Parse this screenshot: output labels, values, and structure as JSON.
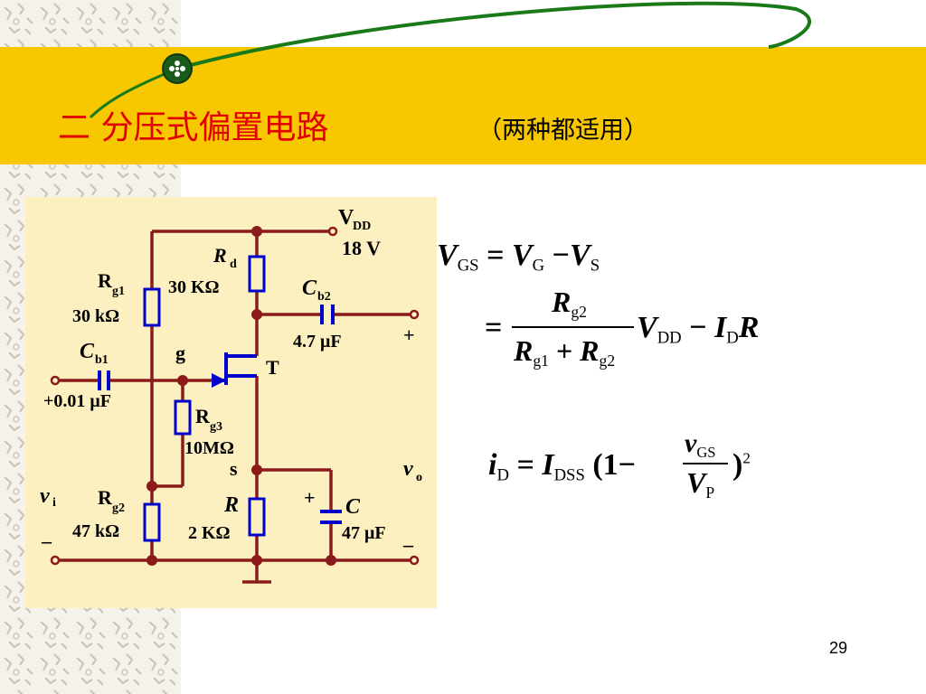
{
  "slide": {
    "title": "二 分压式偏置电路",
    "subtitle": "（两种都适用）",
    "page_number": "29"
  },
  "circuit": {
    "vdd_label": "V",
    "vdd_sub": "DD",
    "vdd_value": "18 V",
    "rd_label": "R",
    "rd_sub": "d",
    "rd_value": "30 KΩ",
    "cb2_label": "C",
    "cb2_sub": "b2",
    "cb2_value": "4.7 μF",
    "rg1_label": "R",
    "rg1_sub": "g1",
    "rg1_value": "30 kΩ",
    "cb1_label": "C",
    "cb1_sub": "b1",
    "cb1_value": "+0.01 μF",
    "g_label": "g",
    "t_label": "T",
    "rg3_label": "R",
    "rg3_sub": "g3",
    "rg3_value": "10MΩ",
    "s_label": "s",
    "vi_label": "v",
    "vi_sub": "i",
    "vo_label": "v",
    "vo_sub": "o",
    "rg2_label": "R",
    "rg2_sub": "g2",
    "rg2_value": "47 kΩ",
    "r_label": "R",
    "r_value": "2 KΩ",
    "c_label": "C",
    "c_value": "47 μF",
    "plus_out": "+",
    "plus_c": "+",
    "minus_in": "–",
    "minus_out": "–"
  },
  "formulas": {
    "f1": {
      "lhs": "V",
      "lhs_sub": "GS",
      "eq": "=",
      "a": "V",
      "a_sub": "G",
      "minus": "−",
      "b": "V",
      "b_sub": "S"
    },
    "f2": {
      "eq": "=",
      "num": "R",
      "num_sub": "g2",
      "den_a": "R",
      "den_a_sub": "g1",
      "den_plus": "+",
      "den_b": "R",
      "den_b_sub": "g2",
      "v": "V",
      "v_sub": "DD",
      "minus": "−",
      "i": "I",
      "i_sub": "D",
      "r": "R"
    },
    "f3": {
      "lhs": "i",
      "lhs_sub": "D",
      "eq": "=",
      "i": "I",
      "i_sub": "DSS",
      "open": "(1−",
      "num": "v",
      "num_sub": "GS",
      "den": "V",
      "den_sub": "P",
      "close": ")",
      "power": "2"
    }
  },
  "colors": {
    "banner": "#f7c800",
    "title": "#e00000",
    "wire": "#8b1a1a",
    "component": "#0000cc",
    "panel": "#fdf0c0",
    "swoosh": "#1a7a1a"
  }
}
